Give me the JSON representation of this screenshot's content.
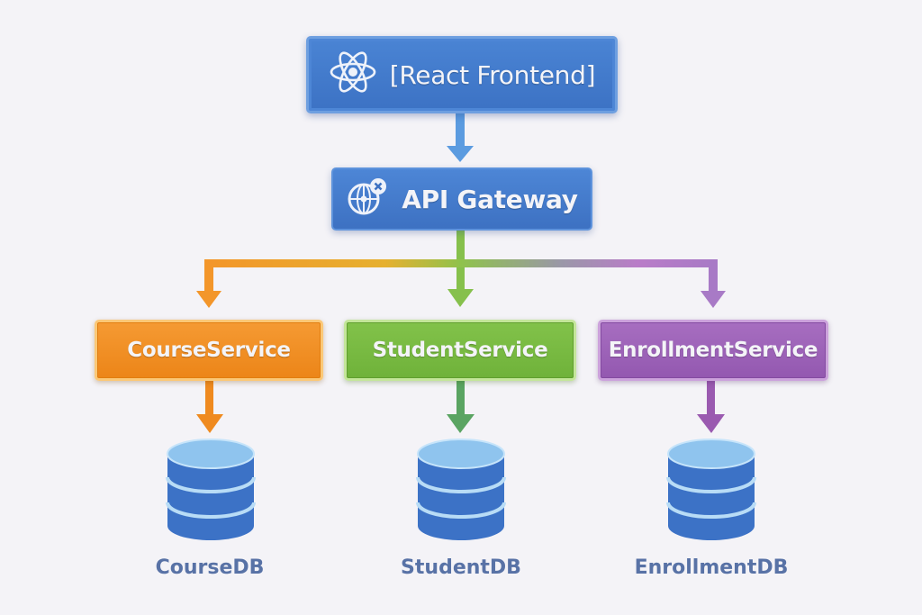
{
  "diagram": {
    "frontend": {
      "label": "[React Frontend]",
      "icon": "react-atom-icon"
    },
    "gateway": {
      "label": "API Gateway",
      "icon": "globe-network-icon"
    },
    "services": [
      {
        "label": "CourseService",
        "color": "#ef8a1f"
      },
      {
        "label": "StudentService",
        "color": "#78b842"
      },
      {
        "label": "EnrollmentService",
        "color": "#9b62b6"
      }
    ],
    "databases": [
      {
        "label": "CourseDB",
        "icon": "database-icon"
      },
      {
        "label": "StudentDB",
        "icon": "database-icon"
      },
      {
        "label": "EnrollmentDB",
        "icon": "database-icon"
      }
    ],
    "colors": {
      "primary_blue": "#4279c9",
      "arrow_blue": "#5b9be0",
      "orange": "#ef8a1f",
      "green": "#78b842",
      "purple": "#9b62b6",
      "db_blue": "#3c72c6",
      "db_top": "#8fc4ee"
    },
    "edges": [
      {
        "from": "[React Frontend]",
        "to": "API Gateway"
      },
      {
        "from": "API Gateway",
        "to": "CourseService"
      },
      {
        "from": "API Gateway",
        "to": "StudentService"
      },
      {
        "from": "API Gateway",
        "to": "EnrollmentService"
      },
      {
        "from": "CourseService",
        "to": "CourseDB"
      },
      {
        "from": "StudentService",
        "to": "StudentDB"
      },
      {
        "from": "EnrollmentService",
        "to": "EnrollmentDB"
      }
    ]
  }
}
